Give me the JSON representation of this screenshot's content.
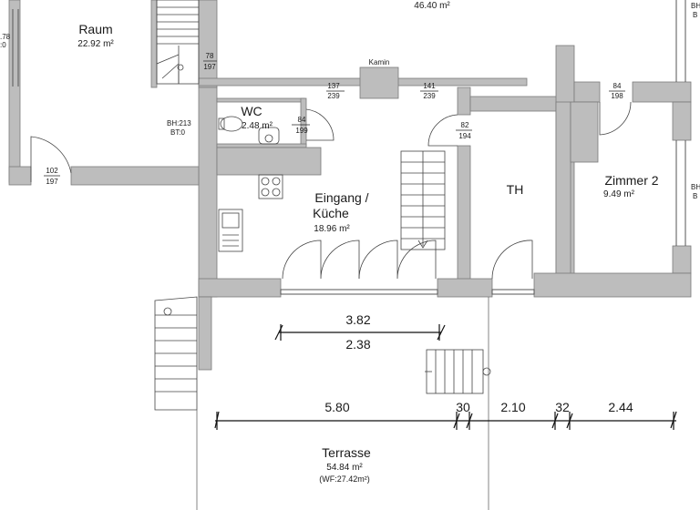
{
  "rooms": {
    "top_area": "46.40 m²",
    "raum": {
      "name": "Raum",
      "area": "22.92 m²"
    },
    "wc": {
      "name": "WC",
      "area": "2.48 m²"
    },
    "eingang": {
      "name1": "Eingang /",
      "name2": "Küche",
      "area": "18.96 m²"
    },
    "th": {
      "name": "TH"
    },
    "zimmer2": {
      "name": "Zimmer 2",
      "area": "9.49 m²"
    },
    "terrasse": {
      "name": "Terrasse",
      "area": "54.84 m²",
      "wf": "(WF:27.42m²)"
    }
  },
  "labels": {
    "kamin": "Kamin",
    "bh_label": "BH:213",
    "bt_label": "BT:0",
    "left_edge_top": ".78",
    "left_edge_bottom": ":0",
    "right_edge_1": "BH",
    "right_edge_2": "B",
    "right_edge_3": "BH",
    "right_edge_4": "B"
  },
  "openings": {
    "o1": {
      "w": "78",
      "h": "197"
    },
    "o2": {
      "w": "137",
      "h": "239"
    },
    "o3": {
      "w": "141",
      "h": "239"
    },
    "o4": {
      "w": "84",
      "h": "198"
    },
    "o5": {
      "w": "84",
      "h": "199"
    },
    "o6": {
      "w": "82",
      "h": "194"
    },
    "o7": {
      "w": "102",
      "h": "197"
    }
  },
  "dimensions": {
    "d_382": "3.82",
    "d_238": "2.38",
    "d_580": "5.80",
    "d_30": "30",
    "d_210": "2.10",
    "d_32": "32",
    "d_244": "2.44"
  }
}
